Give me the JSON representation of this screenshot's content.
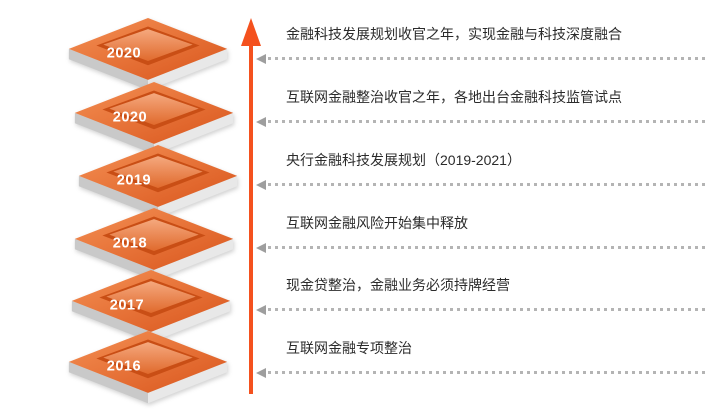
{
  "diagram": {
    "title": "fintech-regulation-timeline",
    "colors": {
      "accent_arrow": "#f4511e",
      "platform_dark": "#d9551c",
      "platform_light": "#f49054",
      "plateau_rim": "#c94e15",
      "leader_gray": "#b4b4b4",
      "text": "#2b2b2b"
    },
    "platforms": [
      {
        "year": "2020",
        "note": "金融科技发展规划收官之年，实现金融与科技深度融合"
      },
      {
        "year": "2020",
        "note": "互联网金融整治收官之年，各地出台金融科技监管试点"
      },
      {
        "year": "2019",
        "note": "央行金融科技发展规划（2019-2021）"
      },
      {
        "year": "2018",
        "note": "互联网金融风险开始集中释放"
      },
      {
        "year": "2017",
        "note": "现金贷整治，金融业务必须持牌经营"
      },
      {
        "year": "2016",
        "note": "互联网金融专项整治"
      }
    ]
  }
}
